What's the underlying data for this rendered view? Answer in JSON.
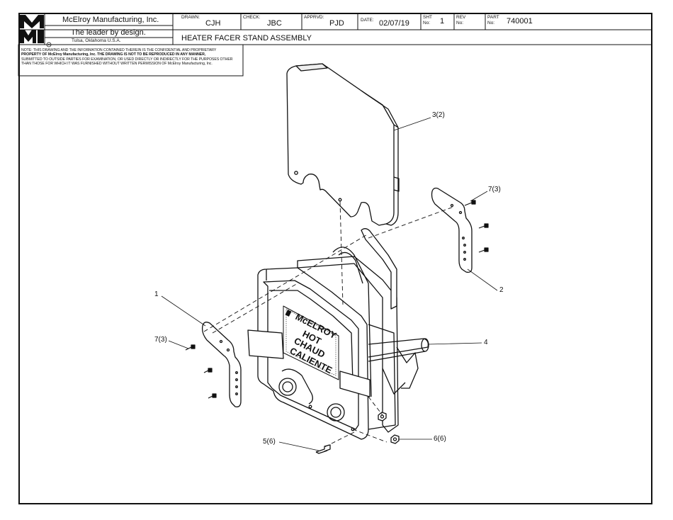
{
  "title_block": {
    "logo": "MMI",
    "company": "McElroy Manufacturing, Inc.",
    "tagline": "The leader by design.",
    "location": "Tulsa, Oklahoma U.S.A.",
    "drawn_label": "DRAWN:",
    "drawn_value": "CJH",
    "check_label": "CHECK:",
    "check_value": "JBC",
    "apprvd_label": "APPRVD:",
    "apprvd_value": "PJD",
    "date_label": "DATE:",
    "date_value": "02/07/19",
    "sht_label_1": "SHT",
    "sht_label_2": "No:",
    "sht_value": "1",
    "rev_label_1": "REV",
    "rev_label_2": "No:",
    "rev_value": "",
    "part_label_1": "PART",
    "part_label_2": "No:",
    "part_value": "740001",
    "drawing_title": "HEATER FACER STAND ASSEMBLY"
  },
  "note": {
    "line1": "NOTE: THIS DRAWING AND THE INFORMATION CONTAINED THEREIN IS THE CONFIDENTIAL AND PROPRIETARY",
    "line2": "PROPERTY OF McElroy Manufacturing, Inc. THE DRAWING IS NOT TO BE REPRODUCED IN ANY MANNER,",
    "line3": "SUBMITTED TO OUTSIDE PARTIES FOR EXAMINATION, OR USED DIRECTLY OR INDIRECTLY FOR THE PURPOSES OTHER",
    "line4": "THAN THOSE FOR WHICH IT WAS FURNISHED WITHOUT WRITTEN PERMISSION OF McElroy Manufacturing, Inc."
  },
  "callouts": {
    "c1": "1",
    "c2": "2",
    "c3": "3(2)",
    "c4": "4",
    "c5": "5(6)",
    "c6": "6(6)",
    "c7a": "7(3)",
    "c7b": "7(3)"
  },
  "decal": {
    "line1": "McELROY",
    "line2": "HOT",
    "line3": "CHAUD",
    "line4": "CALIENTE"
  }
}
